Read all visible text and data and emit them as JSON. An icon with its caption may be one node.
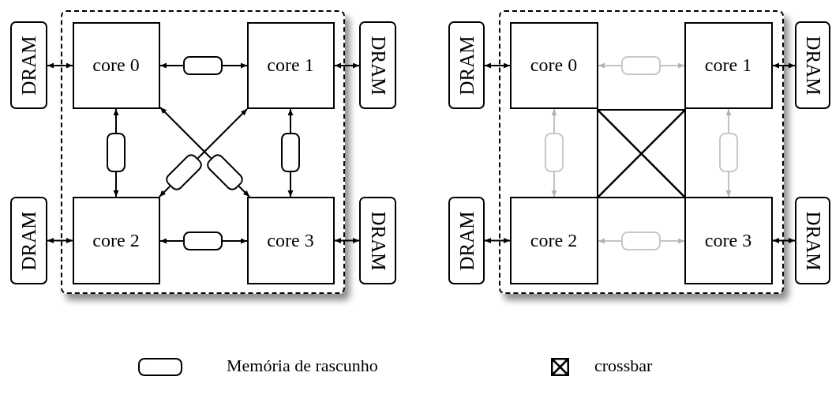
{
  "diagram": {
    "nodes": [
      {
        "text": [],
        "shape": "box"
      },
      {
        "text": [
          "core 0"
        ],
        "in": 0
      },
      {
        "text": [
          "core 1"
        ],
        "in": 0
      },
      {
        "text": [
          "core 2"
        ],
        "in": 0
      },
      {
        "text": [
          "core 3"
        ],
        "in": 0
      },
      {
        "text": [
          "DRAM"
        ]
      },
      {
        "text": [
          "DRAM"
        ]
      },
      {
        "text": [
          "DRAM"
        ]
      },
      {
        "text": [
          "DRAM"
        ]
      },
      {
        "text": [],
        "shape": "box",
        "in": 0
      },
      {
        "text": [],
        "shape": "box",
        "in": 0
      },
      {
        "text": [],
        "shape": "box",
        "in": 0
      },
      {
        "text": [],
        "shape": "box",
        "in": 0
      },
      {
        "text": [],
        "shape": "box",
        "in": 0
      },
      {
        "text": [],
        "shape": "box",
        "in": 0
      },
      {
        "text": [],
        "shape": "box"
      },
      {
        "text": [
          "core 0"
        ],
        "in": 15
      },
      {
        "text": [
          "core 1"
        ],
        "in": 15
      },
      {
        "text": [
          "core 2"
        ],
        "in": 15
      },
      {
        "text": [
          "core 3"
        ],
        "in": 15
      },
      {
        "text": [],
        "shape": "box",
        "in": 15
      },
      {
        "text": [
          "DRAM"
        ]
      },
      {
        "text": [
          "DRAM"
        ]
      },
      {
        "text": [
          "DRAM"
        ]
      },
      {
        "text": [
          "DRAM"
        ]
      },
      {
        "text": [],
        "shape": "box",
        "in": 15
      },
      {
        "text": [],
        "shape": "box",
        "in": 15
      },
      {
        "text": [],
        "shape": "box",
        "in": 15
      },
      {
        "text": [],
        "shape": "box",
        "in": 15
      }
    ],
    "edges": [
      {
        "from": 5,
        "to": 1,
        "arrow": "both"
      },
      {
        "from": 6,
        "to": 2,
        "arrow": "both"
      },
      {
        "from": 7,
        "to": 3,
        "arrow": "both"
      },
      {
        "from": 8,
        "to": 4,
        "arrow": "both"
      },
      {
        "from": 9,
        "to": 1,
        "arrow": "to"
      },
      {
        "from": 9,
        "to": 2,
        "arrow": "to"
      },
      {
        "from": 10,
        "to": 1,
        "arrow": "to"
      },
      {
        "from": 10,
        "to": 3,
        "arrow": "to"
      },
      {
        "from": 11,
        "to": 2,
        "arrow": "to"
      },
      {
        "from": 11,
        "to": 4,
        "arrow": "to"
      },
      {
        "from": 12,
        "to": 2,
        "arrow": "to"
      },
      {
        "from": 12,
        "to": 3,
        "arrow": "to"
      },
      {
        "from": 13,
        "to": 1,
        "arrow": "to"
      },
      {
        "from": 13,
        "to": 4,
        "arrow": "to"
      },
      {
        "from": 14,
        "to": 3,
        "arrow": "to"
      },
      {
        "from": 14,
        "to": 4,
        "arrow": "to"
      },
      {
        "from": 21,
        "to": 16,
        "arrow": "both"
      },
      {
        "from": 22,
        "to": 17,
        "arrow": "both"
      },
      {
        "from": 23,
        "to": 18,
        "arrow": "both"
      },
      {
        "from": 24,
        "to": 19,
        "arrow": "both"
      },
      {
        "from": 25,
        "to": 16,
        "arrow": "to",
        "color": "#b3b3b3"
      },
      {
        "from": 25,
        "to": 17,
        "arrow": "to",
        "color": "#b3b3b3"
      },
      {
        "from": 26,
        "to": 16,
        "arrow": "to",
        "color": "#b3b3b3"
      },
      {
        "from": 26,
        "to": 18,
        "arrow": "to",
        "color": "#b3b3b3"
      },
      {
        "from": 27,
        "to": 17,
        "arrow": "to",
        "color": "#b3b3b3"
      },
      {
        "from": 27,
        "to": 19,
        "arrow": "to",
        "color": "#b3b3b3"
      },
      {
        "from": 28,
        "to": 18,
        "arrow": "to",
        "color": "#b3b3b3"
      },
      {
        "from": 28,
        "to": 19,
        "arrow": "to",
        "color": "#b3b3b3"
      }
    ],
    "legend": [
      {
        "text": "Memória de rascunho"
      },
      {
        "text": "crossbar"
      }
    ]
  }
}
